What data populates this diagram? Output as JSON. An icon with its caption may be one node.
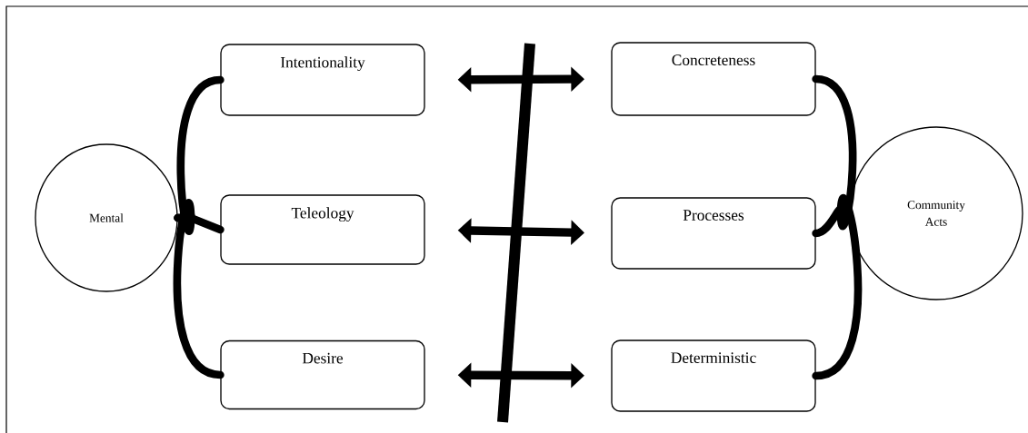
{
  "diagram": {
    "nodes": [
      {
        "text": [
          "Mental"
        ]
      },
      {
        "text": [
          "Intentionality"
        ]
      },
      {
        "text": [
          "Teleology"
        ]
      },
      {
        "text": [
          "Desire"
        ]
      },
      {
        "text": [
          "Concreteness"
        ]
      },
      {
        "text": [
          "Processes"
        ]
      },
      {
        "text": [
          "Deterministic"
        ]
      },
      {
        "text": [
          "Community Acts"
        ]
      }
    ],
    "edges": [
      {
        "from": 0,
        "to": 1,
        "arrow": "none"
      },
      {
        "from": 0,
        "to": 2,
        "arrow": "none"
      },
      {
        "from": 0,
        "to": 3,
        "arrow": "none"
      },
      {
        "from": 1,
        "to": 4,
        "arrow": "both"
      },
      {
        "from": 2,
        "to": 5,
        "arrow": "both"
      },
      {
        "from": 3,
        "to": 6,
        "arrow": "both"
      },
      {
        "from": 4,
        "to": 7,
        "arrow": "none"
      },
      {
        "from": 5,
        "to": 7,
        "arrow": "none"
      },
      {
        "from": 6,
        "to": 7,
        "arrow": "none"
      }
    ]
  }
}
